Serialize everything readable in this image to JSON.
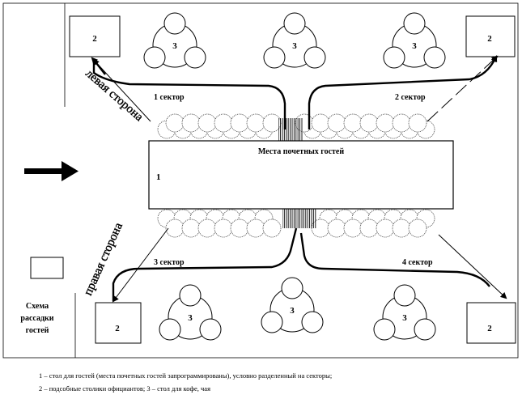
{
  "main_table": {
    "number": "1",
    "title": "Места почетных гостей"
  },
  "sectors": [
    "1 сектор",
    "2 сектор",
    "3 сектор",
    "4 сектор"
  ],
  "sides": {
    "left": "левая сторона",
    "right": "правая сторона"
  },
  "service_table": "2",
  "coffee_table": "3",
  "legend": {
    "title_line1": "Схема",
    "title_line2": "рассадки",
    "title_line3": "гостей"
  },
  "caption": {
    "line1": "1 – стол для гостей (места почетных гостей запрограммированы), условно разделенный на секторы;",
    "line2": "2 – подсобные столики официантов; 3 – стол для кофе, чая"
  }
}
